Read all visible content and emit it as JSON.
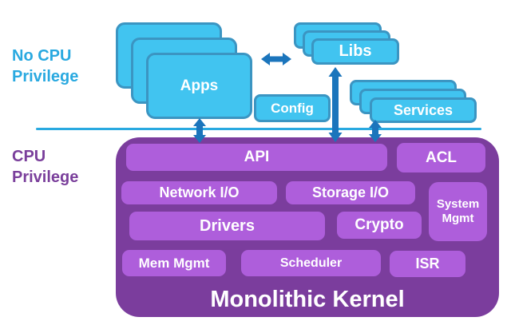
{
  "zones": {
    "no_privilege": "No CPU\nPrivilege",
    "privilege": "CPU\nPrivilege"
  },
  "user_space": {
    "apps": "Apps",
    "libs": "Libs",
    "config": "Config",
    "services": "Services"
  },
  "kernel": {
    "title": "Monolithic Kernel",
    "modules": {
      "api": "API",
      "acl": "ACL",
      "network_io": "Network I/O",
      "storage_io": "Storage I/O",
      "system_mgmt": "System\nMgmt",
      "drivers": "Drivers",
      "crypto": "Crypto",
      "mem_mgmt": "Mem Mgmt",
      "scheduler": "Scheduler",
      "isr": "ISR"
    }
  },
  "colors": {
    "user_box_fill": "#41C4F0",
    "user_box_border": "#3B95C2",
    "divider_line": "#29A9E0",
    "no_privilege_text": "#29A9E0",
    "privilege_text": "#7A3F9B",
    "arrow_blue": "#1B75BC",
    "kernel_background": "#7B3D9D",
    "module_fill": "#AE5EDB",
    "module_text": "#FFFFFF"
  }
}
